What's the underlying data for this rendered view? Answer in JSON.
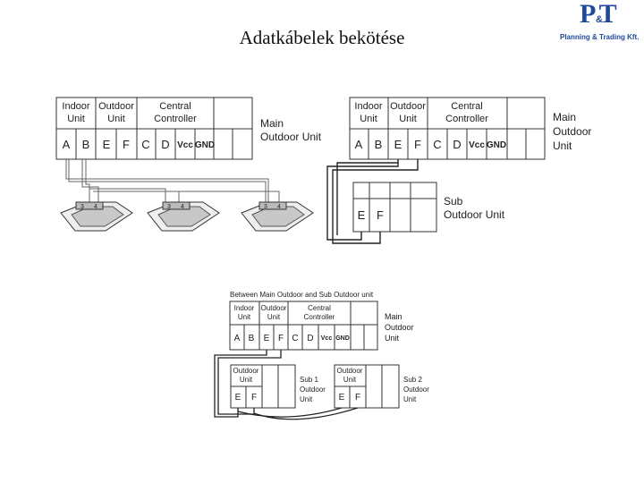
{
  "title": "Adatkábelek bekötése",
  "logo": {
    "mark": "P T",
    "ampersand": "&",
    "tagline": "Planning & Trading Kft."
  },
  "diagram1": {
    "headers": [
      "Indoor",
      "Unit",
      "Outdoor",
      "Unit",
      "Central",
      "Controller"
    ],
    "terminals": [
      "A",
      "B",
      "E",
      "F",
      "C",
      "D",
      "Vcc",
      "GND"
    ],
    "side_label": [
      "Main",
      "Outdoor Unit"
    ],
    "indoor_terminals": [
      "3",
      "4"
    ]
  },
  "diagram2": {
    "headers": [
      "Indoor",
      "Unit",
      "Outdoor",
      "Unit",
      "Central",
      "Controller"
    ],
    "terminals": [
      "A",
      "B",
      "E",
      "F",
      "C",
      "D",
      "Vcc",
      "GND"
    ],
    "side_label": [
      "Main",
      "Outdoor",
      "Unit"
    ],
    "sub_terminals": [
      "E",
      "F"
    ],
    "sub_label": [
      "Sub",
      "Outdoor Unit"
    ]
  },
  "diagram3": {
    "caption": "Between Main Outdoor and Sub Outdoor unit",
    "headers": [
      "Indoor",
      "Unit",
      "Outdoor",
      "Unit",
      "Central",
      "Controller"
    ],
    "terminals": [
      "A",
      "B",
      "E",
      "F",
      "C",
      "D",
      "Vcc",
      "GND"
    ],
    "side_label": [
      "Main",
      "Outdoor",
      "Unit"
    ],
    "sub1_header": [
      "Outdoor",
      "Unit"
    ],
    "sub1_terminals": [
      "E",
      "F"
    ],
    "sub1_label": [
      "Sub 1",
      "Outdoor",
      "Unit"
    ],
    "sub2_header": [
      "Outdoor",
      "Unit"
    ],
    "sub2_terminals": [
      "E",
      "F"
    ],
    "sub2_label": [
      "Sub 2",
      "Outdoor",
      "Unit"
    ]
  }
}
